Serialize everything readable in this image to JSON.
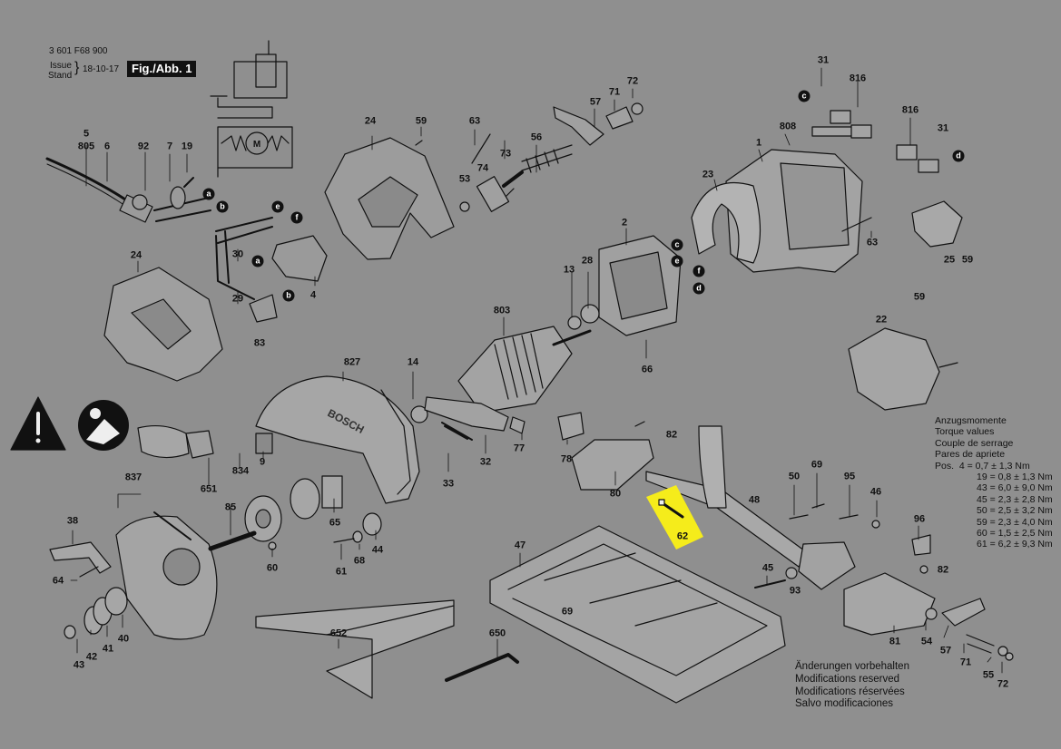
{
  "header": {
    "part_number": "3 601 F68 900",
    "issue_label": "Issue",
    "stand_label": "Stand",
    "date": "18-10-17",
    "figure": "Fig./Abb. 1"
  },
  "colors": {
    "background": "#8f8f8f",
    "highlight": "#f5ec1b",
    "ink": "#111111"
  },
  "logo_text": "BOSCH",
  "motor_symbol": "M",
  "part_labels": {
    "p5": "5",
    "p805": "805",
    "p6": "6",
    "p92": "92",
    "p7": "7",
    "p19": "19",
    "p24a": "24",
    "p59a": "59",
    "p63a": "63",
    "p56": "56",
    "p57a": "57",
    "p71a": "71",
    "p72a": "72",
    "p53": "53",
    "p74": "74",
    "p73": "73",
    "p31a": "31",
    "p816a": "816",
    "p808": "808",
    "p816b": "816",
    "p31b": "31",
    "p1": "1",
    "p23": "23",
    "p63b": "63",
    "p25": "25",
    "p59b": "59",
    "p2": "2",
    "p30": "30",
    "p29": "29",
    "p4": "4",
    "p83": "83",
    "p24b": "24",
    "p13": "13",
    "p28": "28",
    "p803": "803",
    "p66": "66",
    "p59c": "59",
    "p22": "22",
    "p827": "827",
    "p14": "14",
    "p82a": "82",
    "p78": "78",
    "p77": "77",
    "p80": "80",
    "p837": "837",
    "p651": "651",
    "p834": "834",
    "p9": "9",
    "p33": "33",
    "p32": "32",
    "p50": "50",
    "p69a": "69",
    "p95": "95",
    "p48": "48",
    "p46": "46",
    "p62": "62",
    "p38": "38",
    "p85": "85",
    "p65": "65",
    "p44": "44",
    "p68": "68",
    "p61": "61",
    "p60": "60",
    "p47": "47",
    "p96": "96",
    "p82b": "82",
    "p45": "45",
    "p93": "93",
    "p64": "64",
    "p69b": "69",
    "p40": "40",
    "p41": "41",
    "p42": "42",
    "p43": "43",
    "p652": "652",
    "p650": "650",
    "p81": "81",
    "p54": "54",
    "p57b": "57",
    "p71b": "71",
    "p55": "55",
    "p72b": "72"
  },
  "connectors": {
    "a1": "a",
    "b1": "b",
    "e1": "e",
    "f1": "f",
    "a2": "a",
    "b2": "b",
    "c1": "c",
    "d1": "d",
    "c2": "c",
    "e2": "e",
    "f2": "f",
    "d2": "d"
  },
  "torque": {
    "title_de": "Anzugsmomente",
    "title_en": "Torque values",
    "title_fr": "Couple de serrage",
    "title_es": "Pares de apriete",
    "rows": [
      "Pos.  4 = 0,7 ± 1,3 Nm",
      "19 = 0,8 ± 1,3 Nm",
      "43 = 6,0 ± 9,0 Nm",
      "45 = 2,3 ± 2,8 Nm",
      "50 = 2,5 ± 3,2 Nm",
      "59 = 2,3 ± 4,0 Nm",
      "60 = 1,5 ± 2,5 Nm",
      "61 = 6,2 ± 9,3 Nm"
    ]
  },
  "modifications": {
    "de": "Änderungen vorbehalten",
    "en": "Modifications reserved",
    "fr": "Modifications réservées",
    "es": "Salvo modificaciones"
  }
}
